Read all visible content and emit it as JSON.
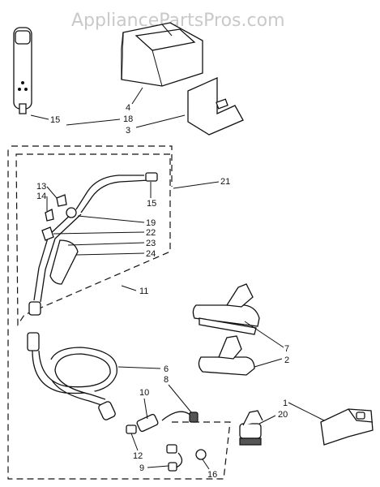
{
  "watermark": "AppliancePartsPros.com",
  "callouts": {
    "c15a": "15",
    "c4": "4",
    "c18": "18",
    "c3": "3",
    "c21": "21",
    "c13": "13",
    "c14": "14",
    "c15b": "15",
    "c19": "19",
    "c22": "22",
    "c23": "23",
    "c24": "24",
    "c11": "11",
    "c7": "7",
    "c2": "2",
    "c6": "6",
    "c8": "8",
    "c10": "10",
    "c1": "1",
    "c20": "20",
    "c12": "12",
    "c9": "9",
    "c16": "16"
  }
}
